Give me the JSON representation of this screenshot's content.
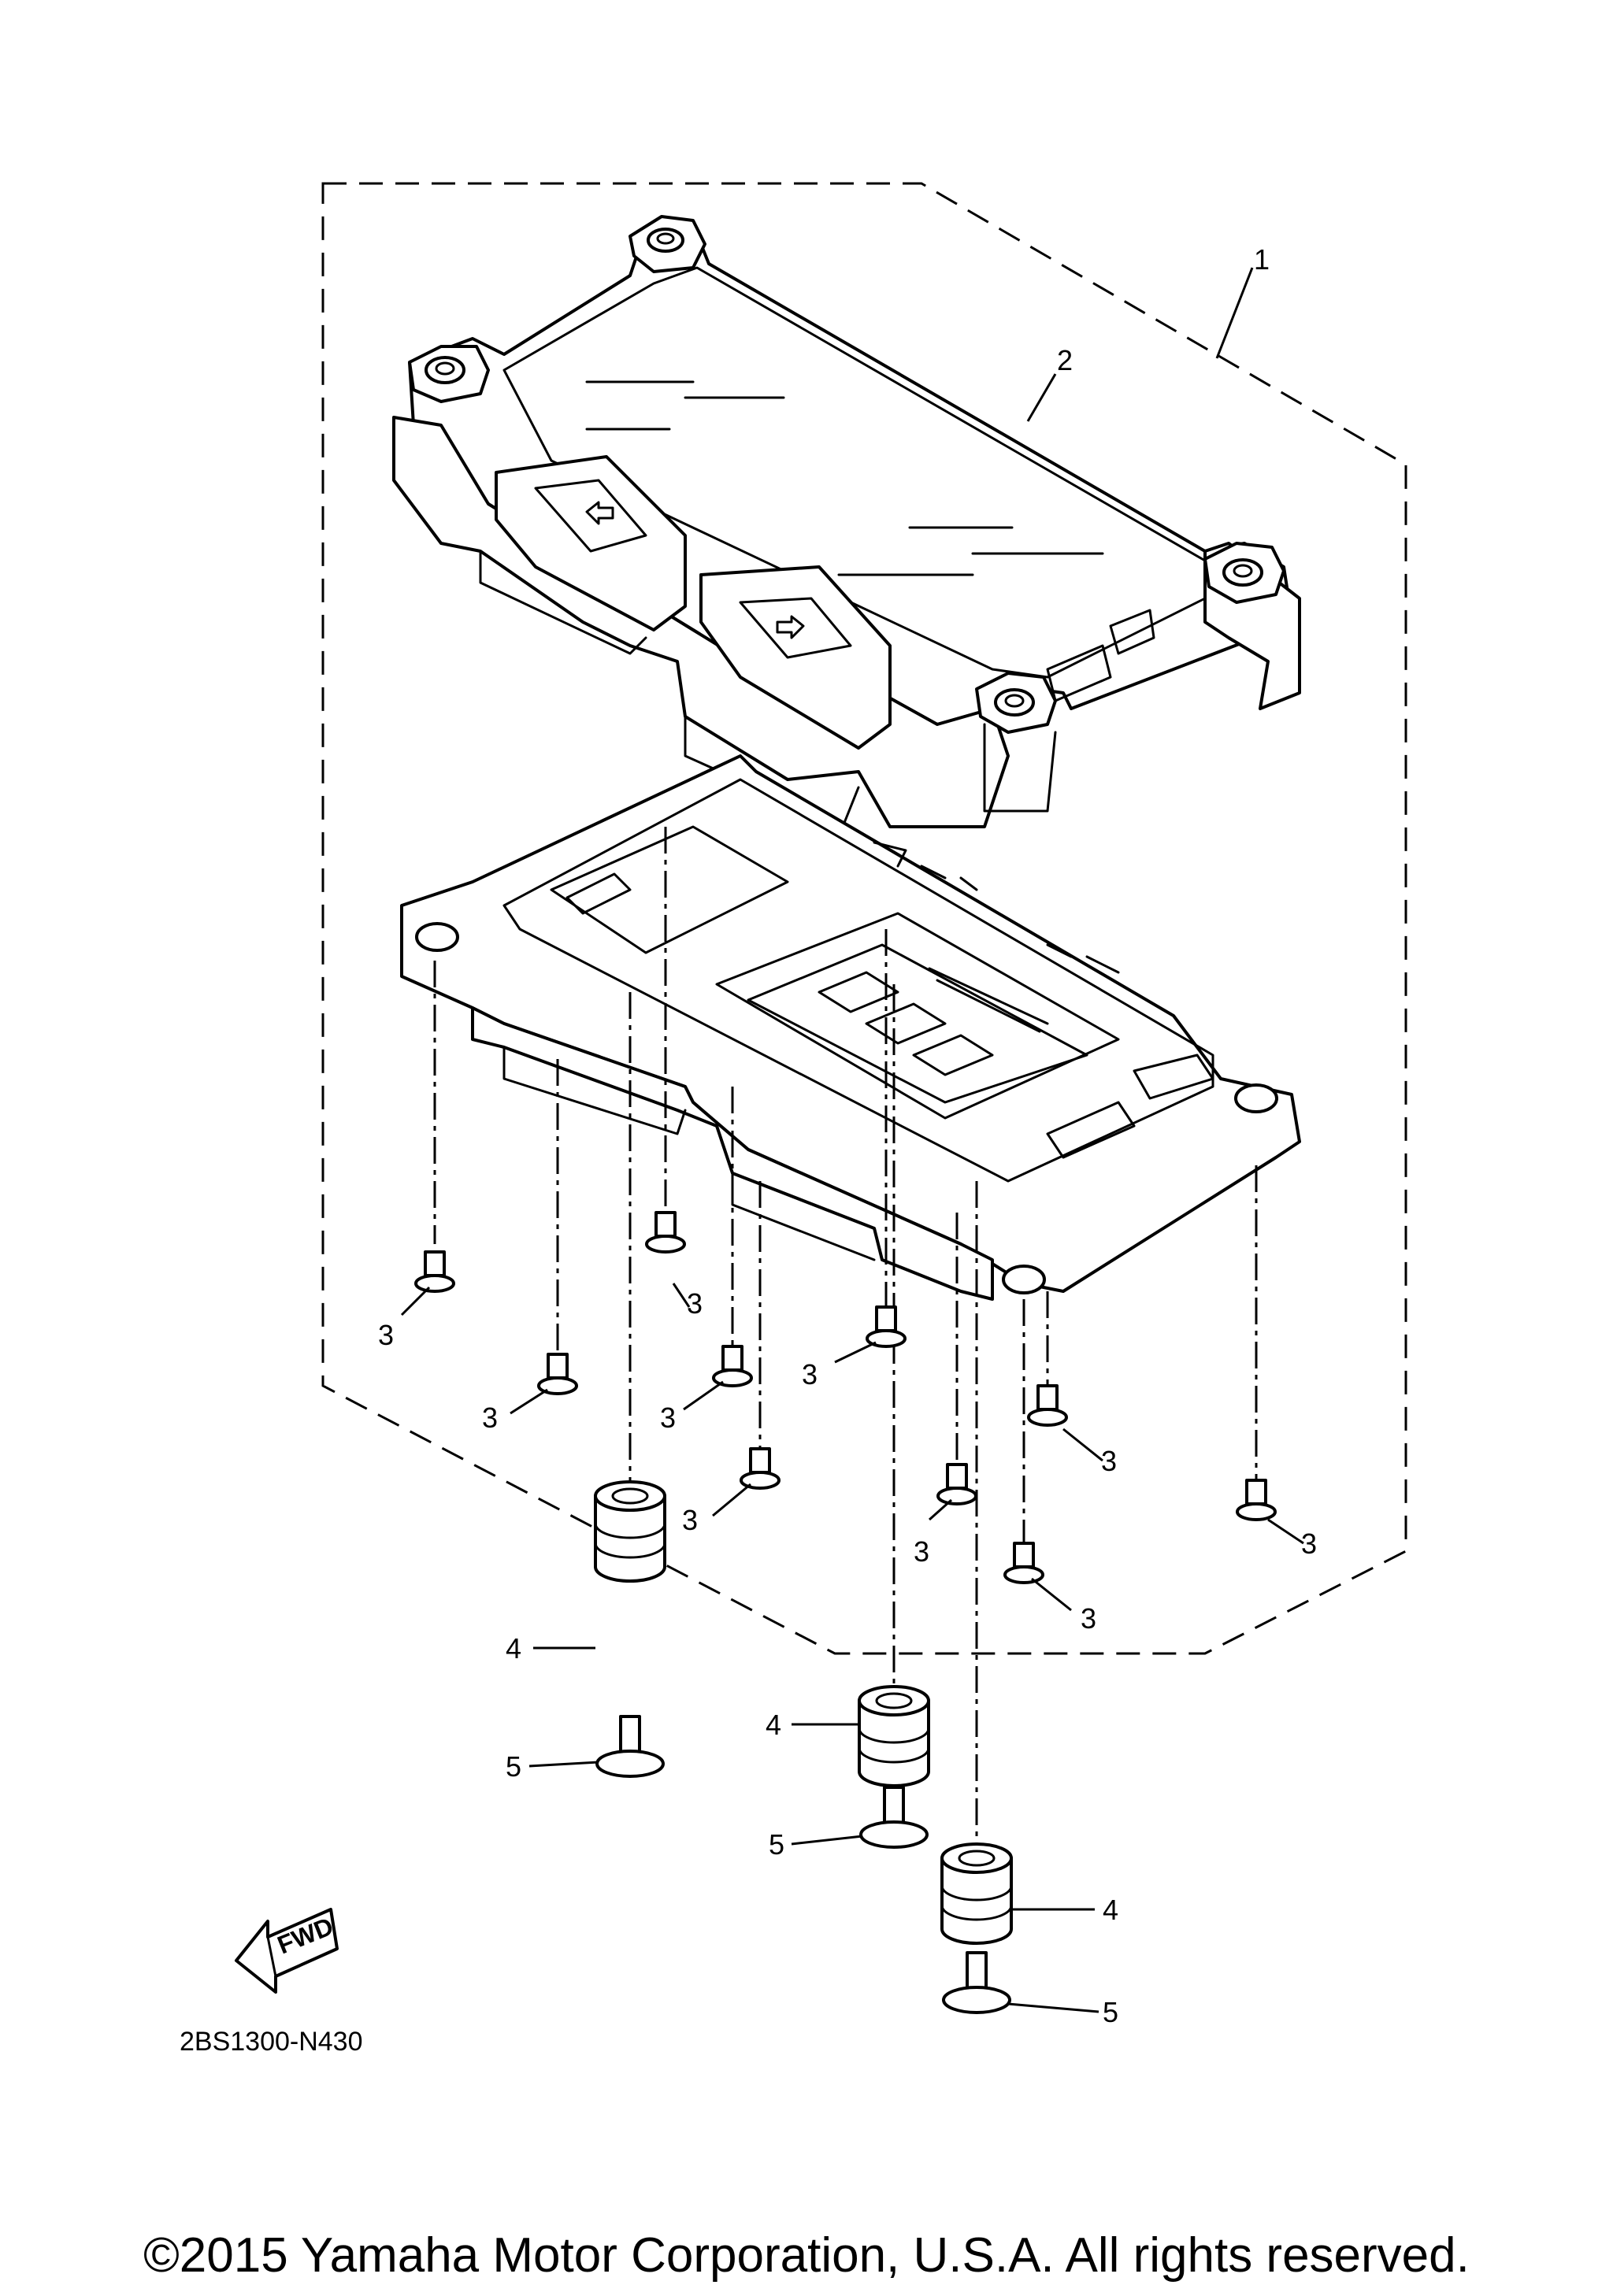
{
  "diagram": {
    "callouts": {
      "part1": "1",
      "part2": "2",
      "part3": "3",
      "part4": "4",
      "part5": "5"
    },
    "fwd_label": "FWD",
    "diagram_code": "2BS1300-N430",
    "copyright": "©2015 Yamaha Motor Corporation, U.S.A. All rights reserved.",
    "icons": [
      "fwd-arrow-icon"
    ]
  }
}
